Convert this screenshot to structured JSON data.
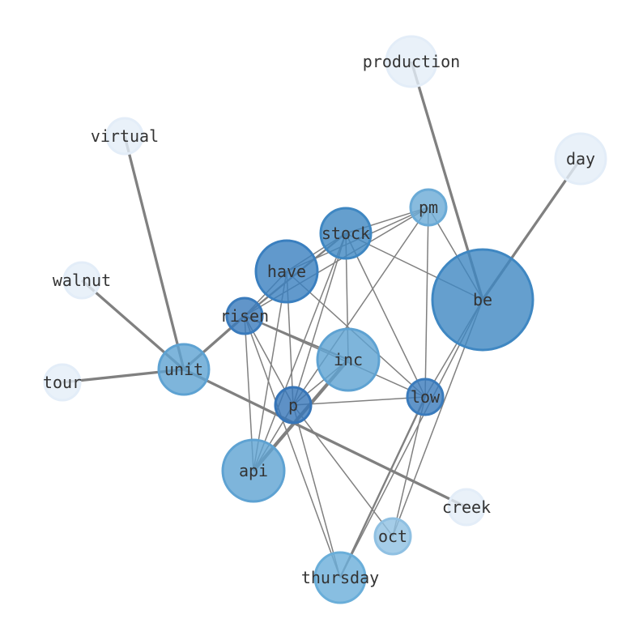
{
  "nodes": [
    {
      "id": "production",
      "label": "production",
      "color": "#e3edf8"
    },
    {
      "id": "virtual",
      "label": "virtual",
      "color": "#e3edf8"
    },
    {
      "id": "day",
      "label": "day",
      "color": "#e3edf8"
    },
    {
      "id": "pm",
      "label": "pm",
      "color": "#6aaad6"
    },
    {
      "id": "stock",
      "label": "stock",
      "color": "#3f87c2"
    },
    {
      "id": "have",
      "label": "have",
      "color": "#3a7fbf"
    },
    {
      "id": "be",
      "label": "be",
      "color": "#3f87c2"
    },
    {
      "id": "walnut",
      "label": "walnut",
      "color": "#e3edf8"
    },
    {
      "id": "risen",
      "label": "risen",
      "color": "#3a7bbc"
    },
    {
      "id": "inc",
      "label": "inc",
      "color": "#5ea2d2"
    },
    {
      "id": "unit",
      "label": "unit",
      "color": "#5ea2d2"
    },
    {
      "id": "low",
      "label": "low",
      "color": "#3a7bbc"
    },
    {
      "id": "tour",
      "label": "tour",
      "color": "#e3edf8"
    },
    {
      "id": "p",
      "label": "p",
      "color": "#3675b8"
    },
    {
      "id": "api",
      "label": "api",
      "color": "#5ea2d2"
    },
    {
      "id": "creek",
      "label": "creek",
      "color": "#e3edf8"
    },
    {
      "id": "oct",
      "label": "oct",
      "color": "#8fc0e2"
    },
    {
      "id": "thursday",
      "label": "thursday",
      "color": "#6aaed9"
    }
  ],
  "edges": [
    {
      "source": "production",
      "target": "be",
      "weight": 3
    },
    {
      "source": "day",
      "target": "be",
      "weight": 3
    },
    {
      "source": "virtual",
      "target": "unit",
      "weight": 3
    },
    {
      "source": "walnut",
      "target": "unit",
      "weight": 3
    },
    {
      "source": "tour",
      "target": "unit",
      "weight": 3
    },
    {
      "source": "unit",
      "target": "creek",
      "weight": 3
    },
    {
      "source": "unit",
      "target": "risen",
      "weight": 3
    },
    {
      "source": "risen",
      "target": "stock",
      "weight": 2
    },
    {
      "source": "api",
      "target": "inc",
      "weight": 4
    },
    {
      "source": "thursday",
      "target": "low",
      "weight": 2
    },
    {
      "source": "stock",
      "target": "pm",
      "weight": 1
    },
    {
      "source": "stock",
      "target": "have",
      "weight": 1
    },
    {
      "source": "stock",
      "target": "be",
      "weight": 1
    },
    {
      "source": "stock",
      "target": "inc",
      "weight": 1
    },
    {
      "source": "stock",
      "target": "low",
      "weight": 1
    },
    {
      "source": "stock",
      "target": "p",
      "weight": 1
    },
    {
      "source": "stock",
      "target": "api",
      "weight": 1
    },
    {
      "source": "have",
      "target": "pm",
      "weight": 1
    },
    {
      "source": "have",
      "target": "risen",
      "weight": 1
    },
    {
      "source": "have",
      "target": "p",
      "weight": 1
    },
    {
      "source": "have",
      "target": "api",
      "weight": 1
    },
    {
      "source": "have",
      "target": "low",
      "weight": 1
    },
    {
      "source": "risen",
      "target": "pm",
      "weight": 1
    },
    {
      "source": "risen",
      "target": "inc",
      "weight": 2
    },
    {
      "source": "risen",
      "target": "low",
      "weight": 1
    },
    {
      "source": "risen",
      "target": "p",
      "weight": 1
    },
    {
      "source": "risen",
      "target": "api",
      "weight": 1
    },
    {
      "source": "risen",
      "target": "thursday",
      "weight": 1
    },
    {
      "source": "pm",
      "target": "p",
      "weight": 1
    },
    {
      "source": "pm",
      "target": "low",
      "weight": 1
    },
    {
      "source": "pm",
      "target": "be",
      "weight": 1
    },
    {
      "source": "be",
      "target": "low",
      "weight": 1
    },
    {
      "source": "be",
      "target": "oct",
      "weight": 1
    },
    {
      "source": "be",
      "target": "thursday",
      "weight": 1
    },
    {
      "source": "low",
      "target": "p",
      "weight": 1
    },
    {
      "source": "low",
      "target": "oct",
      "weight": 1
    },
    {
      "source": "p",
      "target": "inc",
      "weight": 1
    },
    {
      "source": "p",
      "target": "oct",
      "weight": 1
    },
    {
      "source": "p",
      "target": "thursday",
      "weight": 1
    },
    {
      "source": "p",
      "target": "api",
      "weight": 1
    },
    {
      "source": "api",
      "target": "inc",
      "weight": 1
    }
  ]
}
